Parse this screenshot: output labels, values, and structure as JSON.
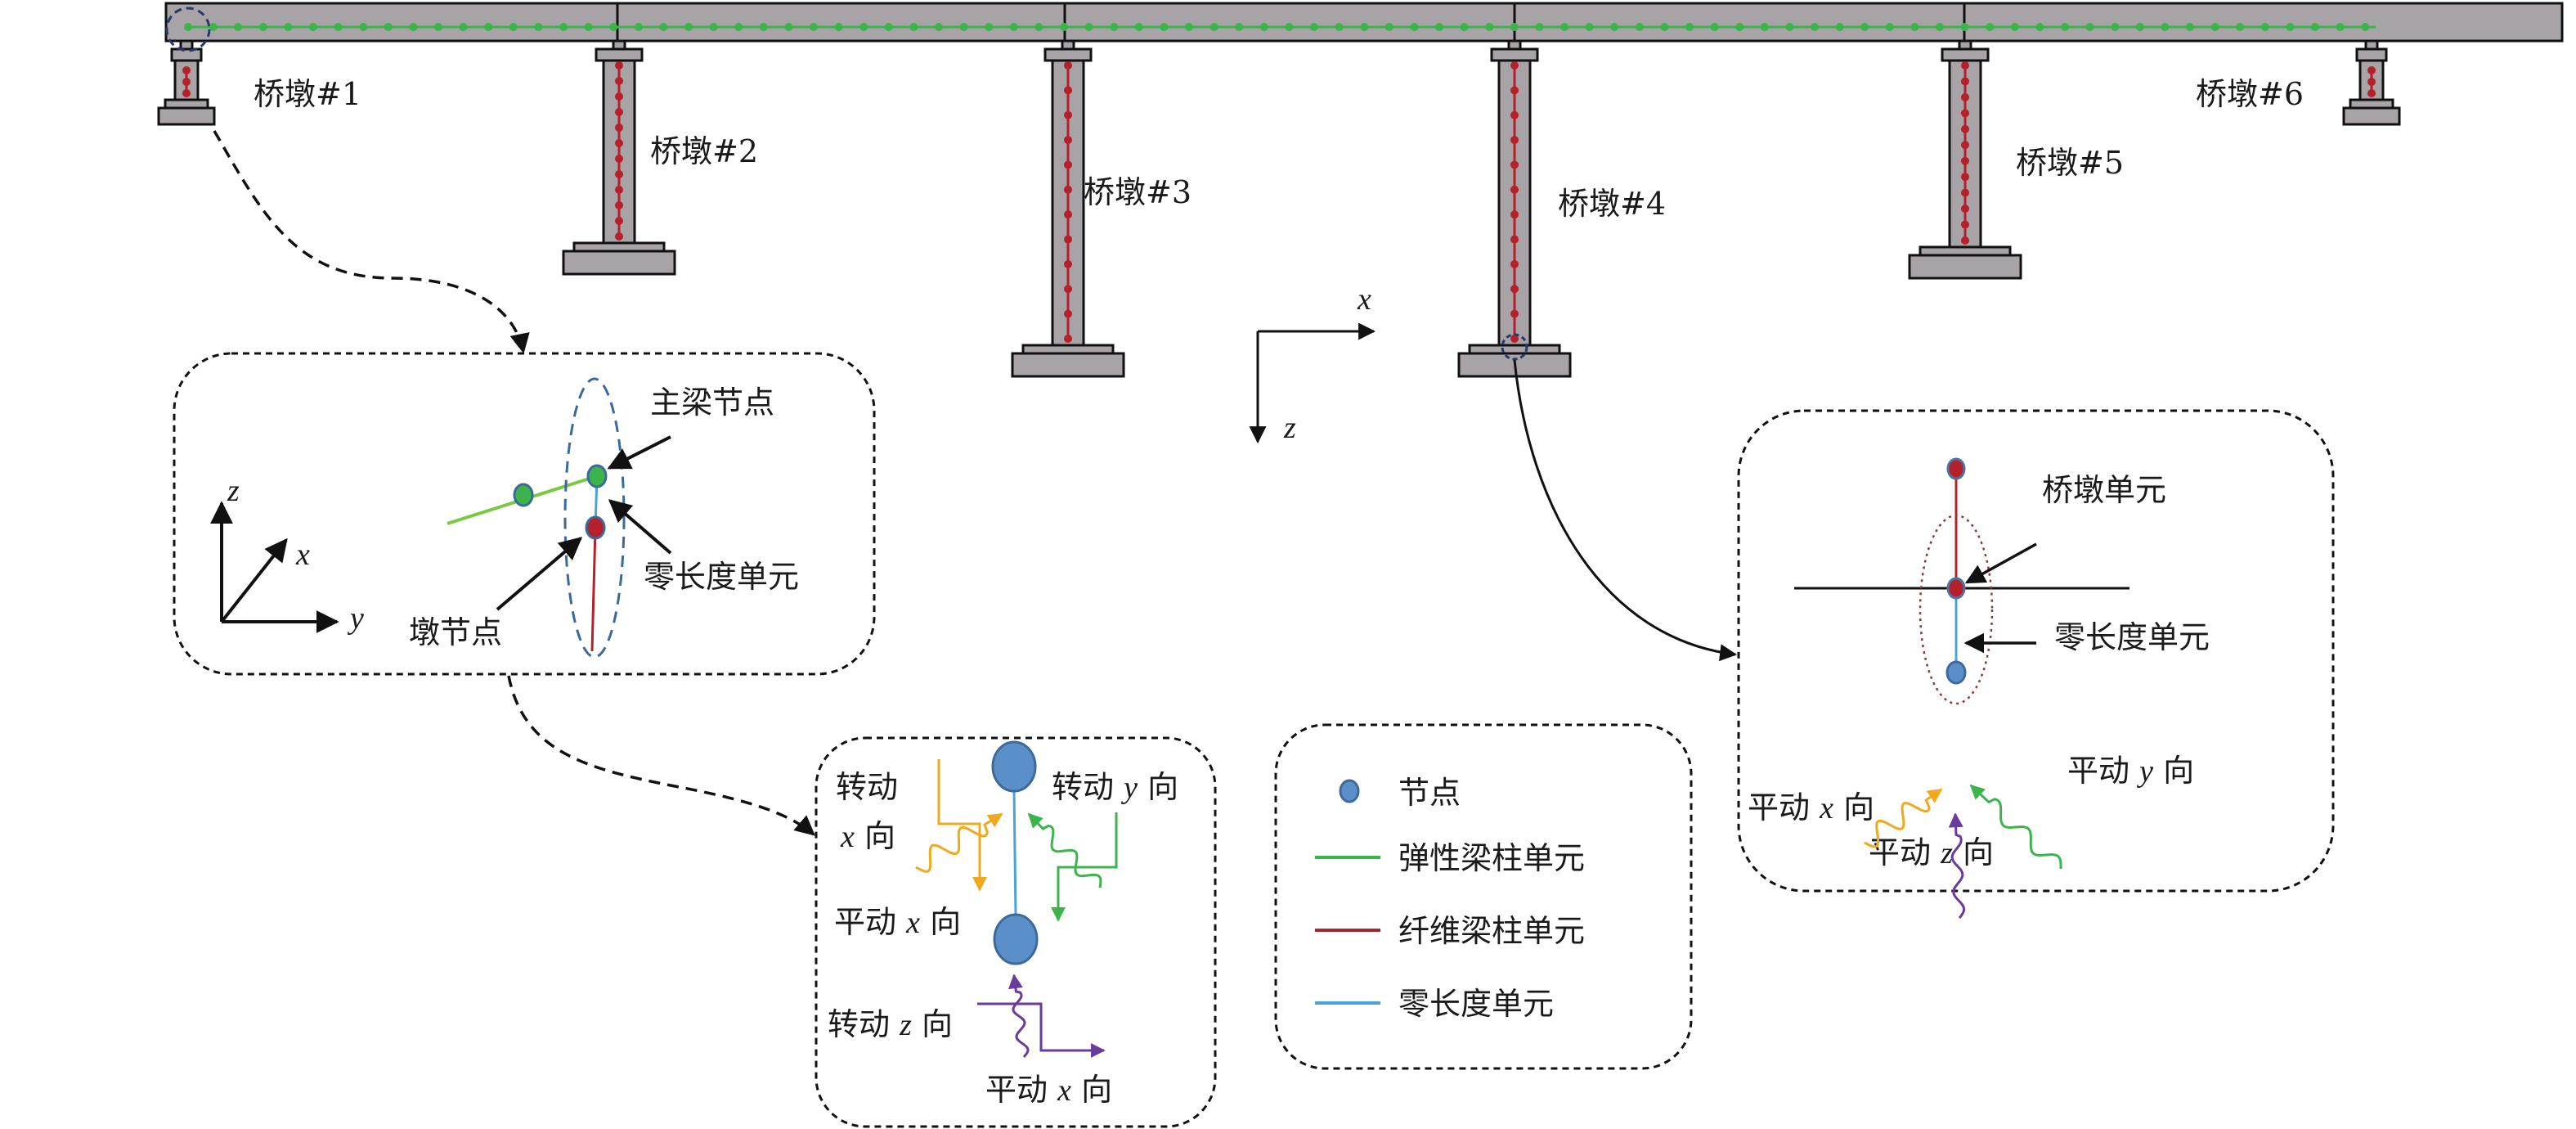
{
  "colors": {
    "structure_fill": "#a7a3a6",
    "elastic_beam": "#3cb44b",
    "fiber_beam": "#b5202a",
    "zero_length": "#4aa3d8",
    "node_fill": "#5b8fc9",
    "rotation_x": "#f0a91e",
    "rotation_y": "#3cb44b",
    "rotation_z": "#6a3a9c"
  },
  "piers": [
    {
      "label": "桥墩#1"
    },
    {
      "label": "桥墩#2"
    },
    {
      "label": "桥墩#3"
    },
    {
      "label": "桥墩#4"
    },
    {
      "label": "桥墩#5"
    },
    {
      "label": "桥墩#6"
    }
  ],
  "global_axes": {
    "x": "x",
    "z": "z"
  },
  "detail_left": {
    "axes": {
      "x": "x",
      "y": "y",
      "z": "z"
    },
    "girder_node": "主梁节点",
    "zero_length_element": "零长度单元",
    "pier_node": "墩节点"
  },
  "detail_dof": {
    "rot_x": {
      "pre": "转动",
      "axis": "x",
      "post": "向"
    },
    "rot_y": {
      "pre": "转动",
      "axis": "y",
      "post": "向"
    },
    "trans_x_1": {
      "pre": "平动",
      "axis": "x",
      "post": "向"
    },
    "rot_z": {
      "pre": "转动",
      "axis": "z",
      "post": "向"
    },
    "trans_x_2": {
      "pre": "平动",
      "axis": "x",
      "post": "向"
    }
  },
  "legend": {
    "items": [
      {
        "label": "节点",
        "type": "node"
      },
      {
        "label": "弹性梁柱单元",
        "type": "line"
      },
      {
        "label": "纤维梁柱单元",
        "type": "line"
      },
      {
        "label": "零长度单元",
        "type": "line"
      }
    ]
  },
  "detail_right": {
    "pier_element": "桥墩单元",
    "zero_length_element": "零长度单元",
    "trans_x": {
      "pre": "平动",
      "axis": "x",
      "post": "向"
    },
    "trans_z": {
      "pre": "平动",
      "axis": "z",
      "post": "向"
    },
    "trans_y": {
      "pre": "平动",
      "axis": "y",
      "post": "向"
    }
  }
}
